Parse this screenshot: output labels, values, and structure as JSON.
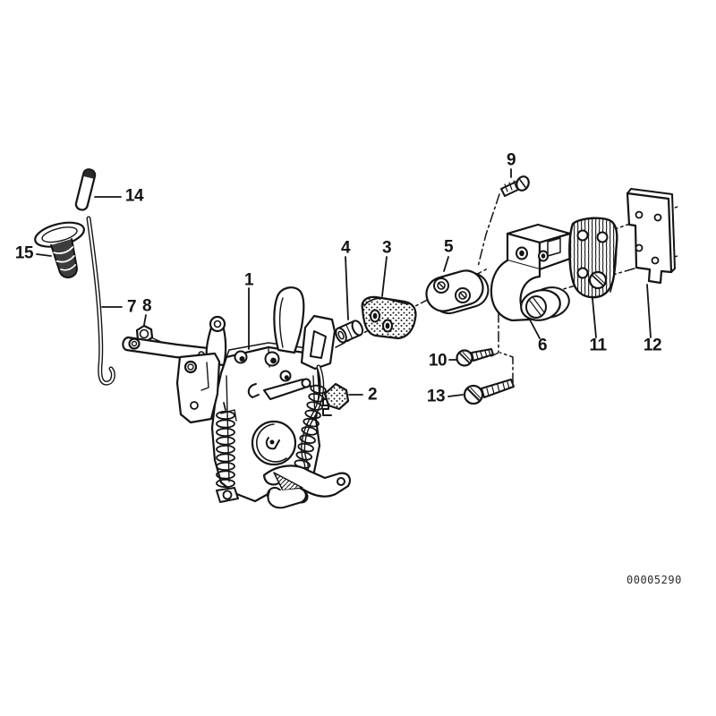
{
  "drawing_number": "00005290",
  "colors": {
    "ink": "#141414",
    "background": "#ffffff"
  },
  "callouts": [
    {
      "label": "1"
    },
    {
      "label": "2"
    },
    {
      "label": "3"
    },
    {
      "label": "4"
    },
    {
      "label": "5"
    },
    {
      "label": "6"
    },
    {
      "label": "7"
    },
    {
      "label": "8"
    },
    {
      "label": "9"
    },
    {
      "label": "10"
    },
    {
      "label": "11"
    },
    {
      "label": "12"
    },
    {
      "label": "13"
    },
    {
      "label": "14"
    },
    {
      "label": "15"
    }
  ]
}
